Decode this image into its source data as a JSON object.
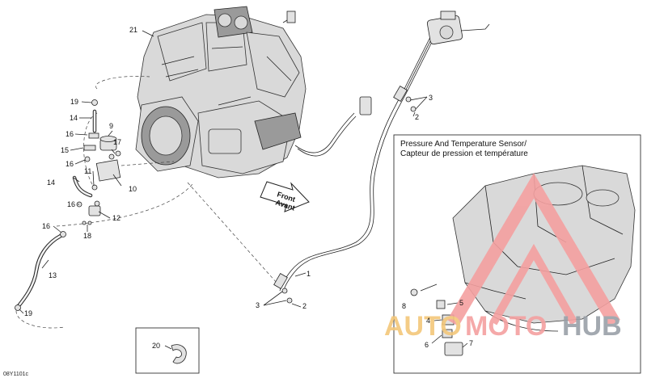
{
  "diagram": {
    "callouts": {
      "c21": "21",
      "c9": "9",
      "c17": "17",
      "c19a": "19",
      "c14a": "14",
      "c16a": "16",
      "c15": "15",
      "c16b": "16",
      "c11": "11",
      "c10": "10",
      "c14b": "14",
      "c16c": "16",
      "c12": "12",
      "c18": "18",
      "c16d": "16",
      "c13": "13",
      "c19b": "19",
      "c20": "20",
      "c3a": "3",
      "c2a": "2",
      "c1": "1",
      "c3b": "3",
      "c2b": "2",
      "c8": "8",
      "c5": "5",
      "c4": "4",
      "c6": "6",
      "c7": "7"
    },
    "front_arrow": {
      "line1": "Front",
      "line2": "Avant"
    },
    "inset": {
      "title_line1": "Pressure And Temperature Sensor/",
      "title_line2": "Capteur de pression et température"
    },
    "drawing_code": "08Y1101c"
  },
  "watermark": {
    "text_part1": "AUTO",
    "text_part2": "MOTO",
    "text_part3": "HUB",
    "color_gold": "#f3c77a",
    "color_red": "#f4a0a0"
  }
}
